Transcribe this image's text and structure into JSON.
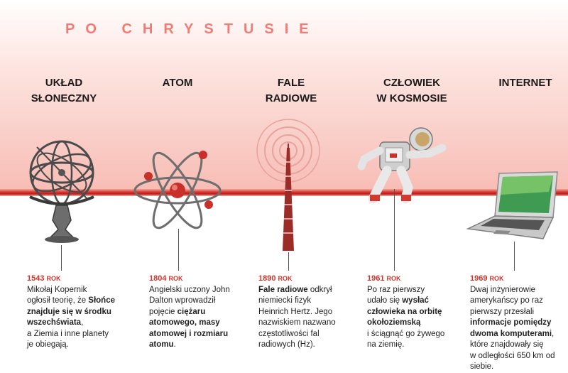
{
  "header": {
    "title": "PO CHRYSTUSIE"
  },
  "columns": [
    {
      "id": "solar",
      "title_lines": [
        "UKŁAD",
        "SŁONECZNY"
      ],
      "year": "1543",
      "year_unit": "ROK",
      "text": [
        [
          {
            "t": "Mikołaj Kopernik"
          }
        ],
        [
          {
            "t": "ogłosił teorię, że "
          },
          {
            "t": "Słońce",
            "b": true
          }
        ],
        [
          {
            "t": "znajduje się w środku",
            "b": true
          }
        ],
        [
          {
            "t": "wszechświata",
            "b": true
          },
          {
            "t": ","
          }
        ],
        [
          {
            "t": "a Ziemia i inne planety"
          }
        ],
        [
          {
            "t": "je obiegają."
          }
        ]
      ]
    },
    {
      "id": "atom",
      "title_lines": [
        "ATOM"
      ],
      "year": "1804",
      "year_unit": "ROK",
      "text": [
        [
          {
            "t": "Angielski uczony John"
          }
        ],
        [
          {
            "t": "Dalton wprowadził"
          }
        ],
        [
          {
            "t": "pojęcie "
          },
          {
            "t": "ciężaru",
            "b": true
          }
        ],
        [
          {
            "t": "atomowego, masy",
            "b": true
          }
        ],
        [
          {
            "t": "atomowej i rozmiaru",
            "b": true
          }
        ],
        [
          {
            "t": "atomu",
            "b": true
          },
          {
            "t": "."
          }
        ]
      ]
    },
    {
      "id": "radio",
      "title_lines": [
        "FALE",
        "RADIOWE"
      ],
      "year": "1890",
      "year_unit": "ROK",
      "text": [
        [
          {
            "t": "Fale radiowe",
            "b": true
          },
          {
            "t": " odkrył"
          }
        ],
        [
          {
            "t": "niemiecki fizyk"
          }
        ],
        [
          {
            "t": "Heinrich Hertz. Jego"
          }
        ],
        [
          {
            "t": "nazwiskiem nazwano"
          }
        ],
        [
          {
            "t": "częstotliwości fal"
          }
        ],
        [
          {
            "t": "radiowych (Hz)."
          }
        ]
      ]
    },
    {
      "id": "space",
      "title_lines": [
        "CZŁOWIEK",
        "W KOSMOSIE"
      ],
      "year": "1961",
      "year_unit": "ROK",
      "text": [
        [
          {
            "t": "Po raz pierwszy"
          }
        ],
        [
          {
            "t": "udało się "
          },
          {
            "t": "wysłać",
            "b": true
          }
        ],
        [
          {
            "t": "człowieka na orbitę",
            "b": true
          }
        ],
        [
          {
            "t": "okołoziemską",
            "b": true
          }
        ],
        [
          {
            "t": "i ściągnąć go żywego"
          }
        ],
        [
          {
            "t": "na ziemię."
          }
        ]
      ]
    },
    {
      "id": "internet",
      "title_lines": [
        "INTERNET"
      ],
      "year": "1969",
      "year_unit": "ROK",
      "text": [
        [
          {
            "t": "Dwaj inżynierowie"
          }
        ],
        [
          {
            "t": "amerykańscy po raz"
          }
        ],
        [
          {
            "t": "pierwszy przesłali"
          }
        ],
        [
          {
            "t": "informacje pomiędzy",
            "b": true
          }
        ],
        [
          {
            "t": "dwoma komputerami",
            "b": true
          },
          {
            "t": ","
          }
        ],
        [
          {
            "t": "które znajdowały się"
          }
        ],
        [
          {
            "t": "w odległości 650 km od"
          }
        ],
        [
          {
            "t": "siebie."
          }
        ]
      ]
    }
  ],
  "colors": {
    "accent": "#d0342c",
    "header": "#ef7d75",
    "bar": "#d8322d"
  },
  "icons": [
    "armillary-sphere-icon",
    "atom-icon",
    "radio-tower-icon",
    "astronaut-icon",
    "laptop-icon"
  ]
}
